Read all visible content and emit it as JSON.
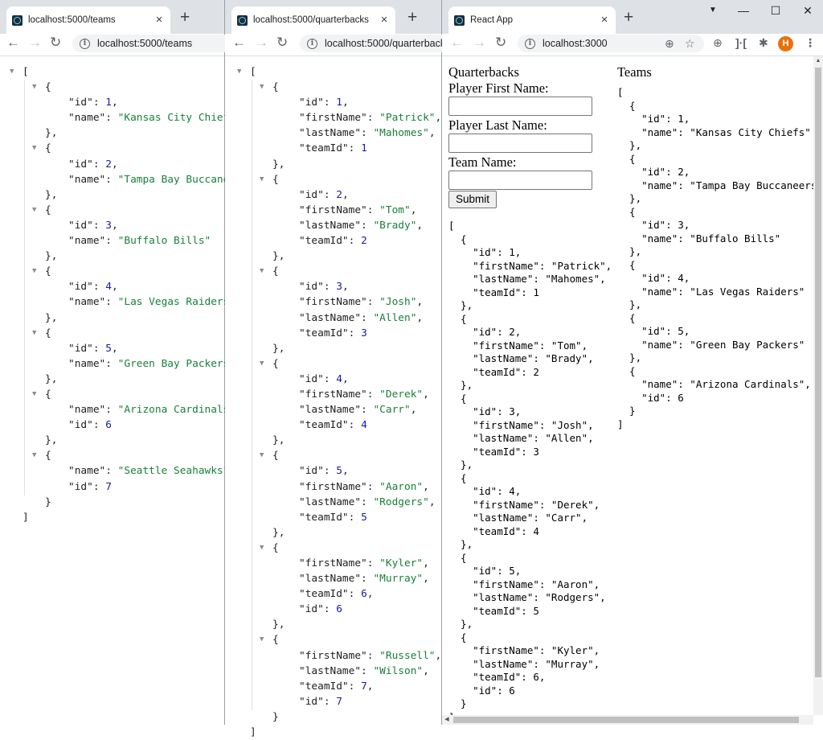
{
  "windows": [
    {
      "tab_title": "localhost:5000/teams",
      "url": "localhost:5000/teams"
    },
    {
      "tab_title": "localhost:5000/quarterbacks",
      "url": "localhost:5000/quarterbacks"
    },
    {
      "tab_title": "React App",
      "url": "localhost:3000"
    }
  ],
  "icons": {
    "close": "×",
    "new_tab": "+",
    "back": "←",
    "forward": "→",
    "reload": "↻",
    "info": "i",
    "zoom": "⊕",
    "star": "☆",
    "minimize": "—",
    "maximize": "☐",
    "window_close": "✕",
    "menu": "⋮",
    "puzzle": "✱",
    "media": "▼",
    "profile": "H"
  },
  "teams_json": [
    {
      "id": 1,
      "name": "Kansas City Chiefs"
    },
    {
      "id": 2,
      "name": "Tampa Bay Buccaneers"
    },
    {
      "id": 3,
      "name": "Buffalo Bills"
    },
    {
      "id": 4,
      "name": "Las Vegas Raiders"
    },
    {
      "id": 5,
      "name": "Green Bay Packers"
    },
    {
      "name": "Arizona Cardinals",
      "id": 6
    },
    {
      "name": "Seattle Seahawks",
      "id": 7
    }
  ],
  "quarterbacks_json": [
    {
      "id": 1,
      "firstName": "Patrick",
      "lastName": "Mahomes",
      "teamId": 1
    },
    {
      "id": 2,
      "firstName": "Tom",
      "lastName": "Brady",
      "teamId": 2
    },
    {
      "id": 3,
      "firstName": "Josh",
      "lastName": "Allen",
      "teamId": 3
    },
    {
      "id": 4,
      "firstName": "Derek",
      "lastName": "Carr",
      "teamId": 4
    },
    {
      "id": 5,
      "firstName": "Aaron",
      "lastName": "Rodgers",
      "teamId": 5
    },
    {
      "firstName": "Kyler",
      "lastName": "Murray",
      "teamId": 6,
      "id": 6
    },
    {
      "firstName": "Russell",
      "lastName": "Wilson",
      "teamId": 7,
      "id": 7
    }
  ],
  "react_app": {
    "quarterbacks_heading": "Quarterbacks",
    "first_name_label": "Player First Name:",
    "last_name_label": "Player Last Name:",
    "team_name_label": "Team Name:",
    "submit_label": "Submit",
    "teams_heading": "Teams",
    "quarterbacks_pre": "[\n  {\n    \"id\": 1,\n    \"firstName\": \"Patrick\",\n    \"lastName\": \"Mahomes\",\n    \"teamId\": 1\n  },\n  {\n    \"id\": 2,\n    \"firstName\": \"Tom\",\n    \"lastName\": \"Brady\",\n    \"teamId\": 2\n  },\n  {\n    \"id\": 3,\n    \"firstName\": \"Josh\",\n    \"lastName\": \"Allen\",\n    \"teamId\": 3\n  },\n  {\n    \"id\": 4,\n    \"firstName\": \"Derek\",\n    \"lastName\": \"Carr\",\n    \"teamId\": 4\n  },\n  {\n    \"id\": 5,\n    \"firstName\": \"Aaron\",\n    \"lastName\": \"Rodgers\",\n    \"teamId\": 5\n  },\n  {\n    \"firstName\": \"Kyler\",\n    \"lastName\": \"Murray\",\n    \"teamId\": 6,\n    \"id\": 6\n  }\n]",
    "teams_pre": "[\n  {\n    \"id\": 1,\n    \"name\": \"Kansas City Chiefs\"\n  },\n  {\n    \"id\": 2,\n    \"name\": \"Tampa Bay Buccaneers\"\n  },\n  {\n    \"id\": 3,\n    \"name\": \"Buffalo Bills\"\n  },\n  {\n    \"id\": 4,\n    \"name\": \"Las Vegas Raiders\"\n  },\n  {\n    \"id\": 5,\n    \"name\": \"Green Bay Packers\"\n  },\n  {\n    \"name\": \"Arizona Cardinals\",\n    \"id\": 6\n  }\n]"
  }
}
